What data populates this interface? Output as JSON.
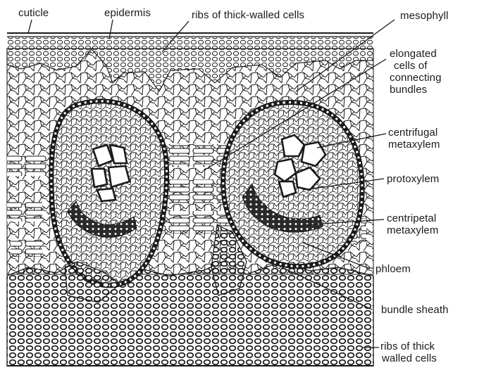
{
  "labels": {
    "cuticle": "cuticle",
    "epidermis": "epidermis",
    "ribs_top": "ribs of thick-walled cells",
    "mesophyll": "mesophyll",
    "elongated": [
      "elongated",
      "cells of",
      "connecting",
      "bundles"
    ],
    "centrifugal": [
      "centrifugal",
      "metaxylem"
    ],
    "protoxylem": "protoxylem",
    "centripetal": [
      "centripetal",
      "metaxylem"
    ],
    "phloem": "phloem",
    "bundle_sheath": "bundle sheath",
    "ribs_bottom": [
      "ribs of thick",
      "walled cells"
    ]
  },
  "colors": {
    "ink": "#1a1a1a",
    "background": "#ffffff"
  }
}
